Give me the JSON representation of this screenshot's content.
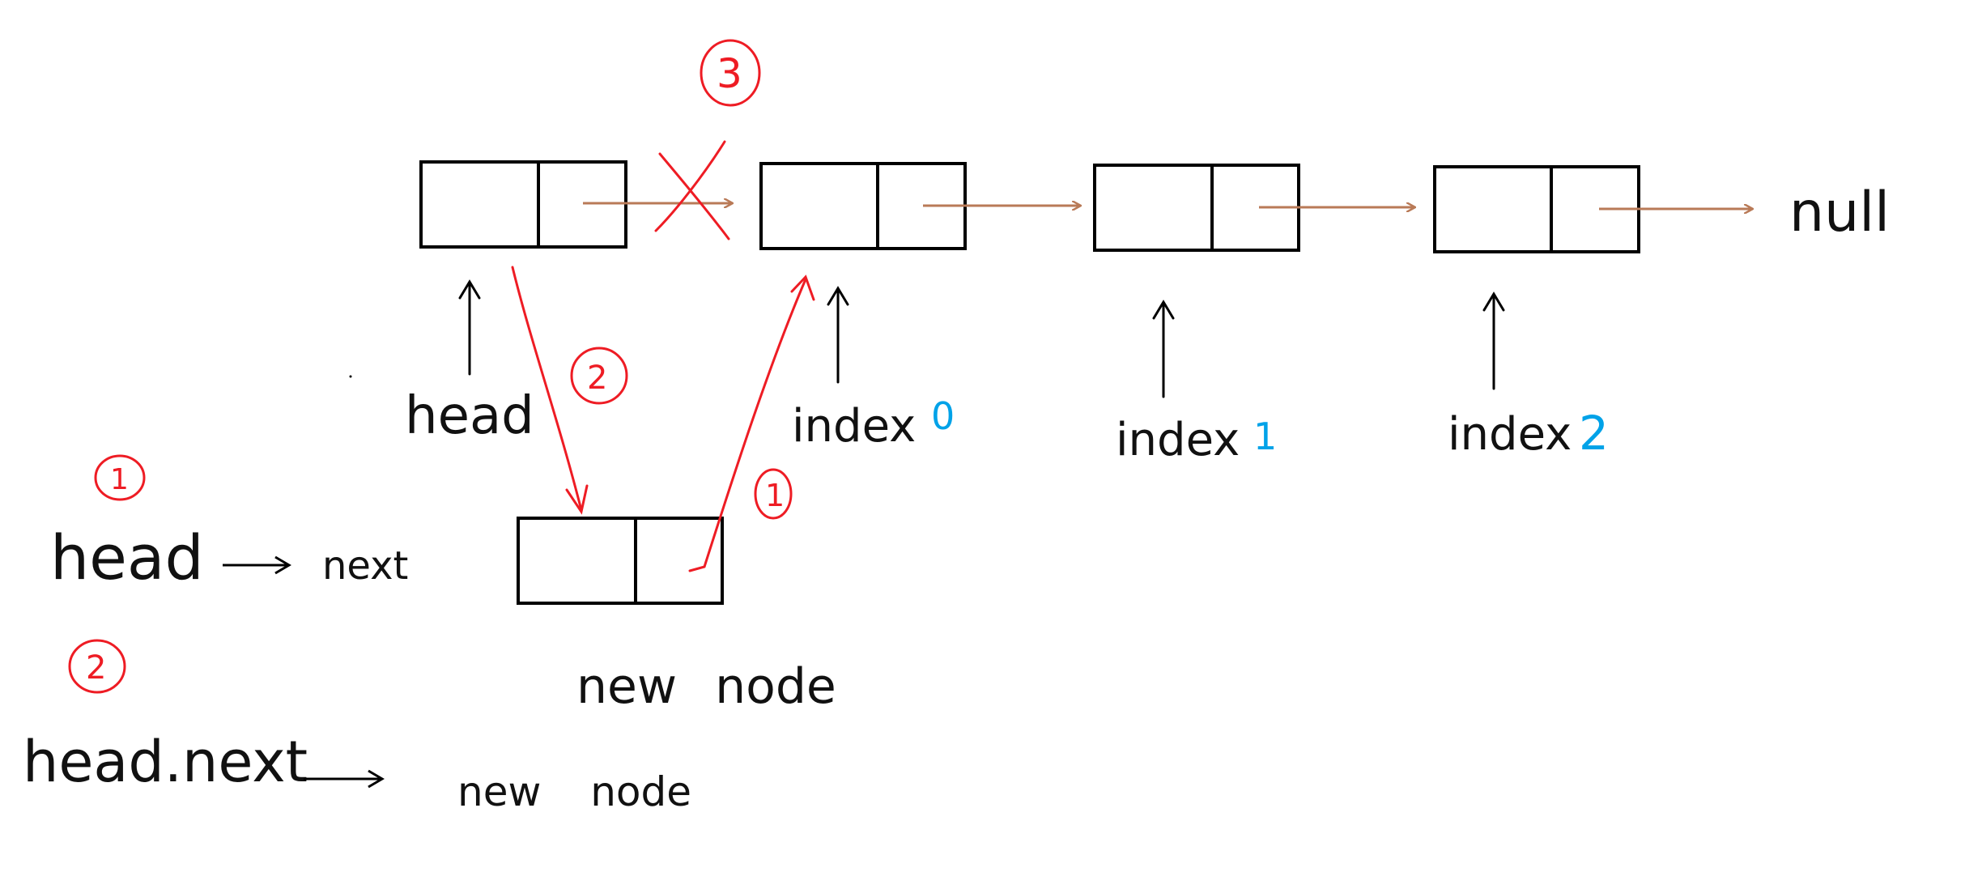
{
  "colors": {
    "ink": "#111111",
    "node_box": "#000000",
    "pointer_arrow": "#b97a57",
    "step_red": "#ee1c24",
    "index_blue": "#00a2e8"
  },
  "list": {
    "terminal": "null",
    "head_label": "head",
    "indices": [
      {
        "word": "index",
        "num": "0"
      },
      {
        "word": "index",
        "num": "1"
      },
      {
        "word": "index",
        "num": "2"
      }
    ]
  },
  "new_node": {
    "label": "new node"
  },
  "steps": {
    "marker_1": "1",
    "marker_2": "2",
    "marker_3": "3"
  },
  "notes": [
    {
      "marker": "1",
      "left": "head",
      "right": "next"
    },
    {
      "marker": "2",
      "left": "head.next",
      "right": "new node"
    }
  ]
}
